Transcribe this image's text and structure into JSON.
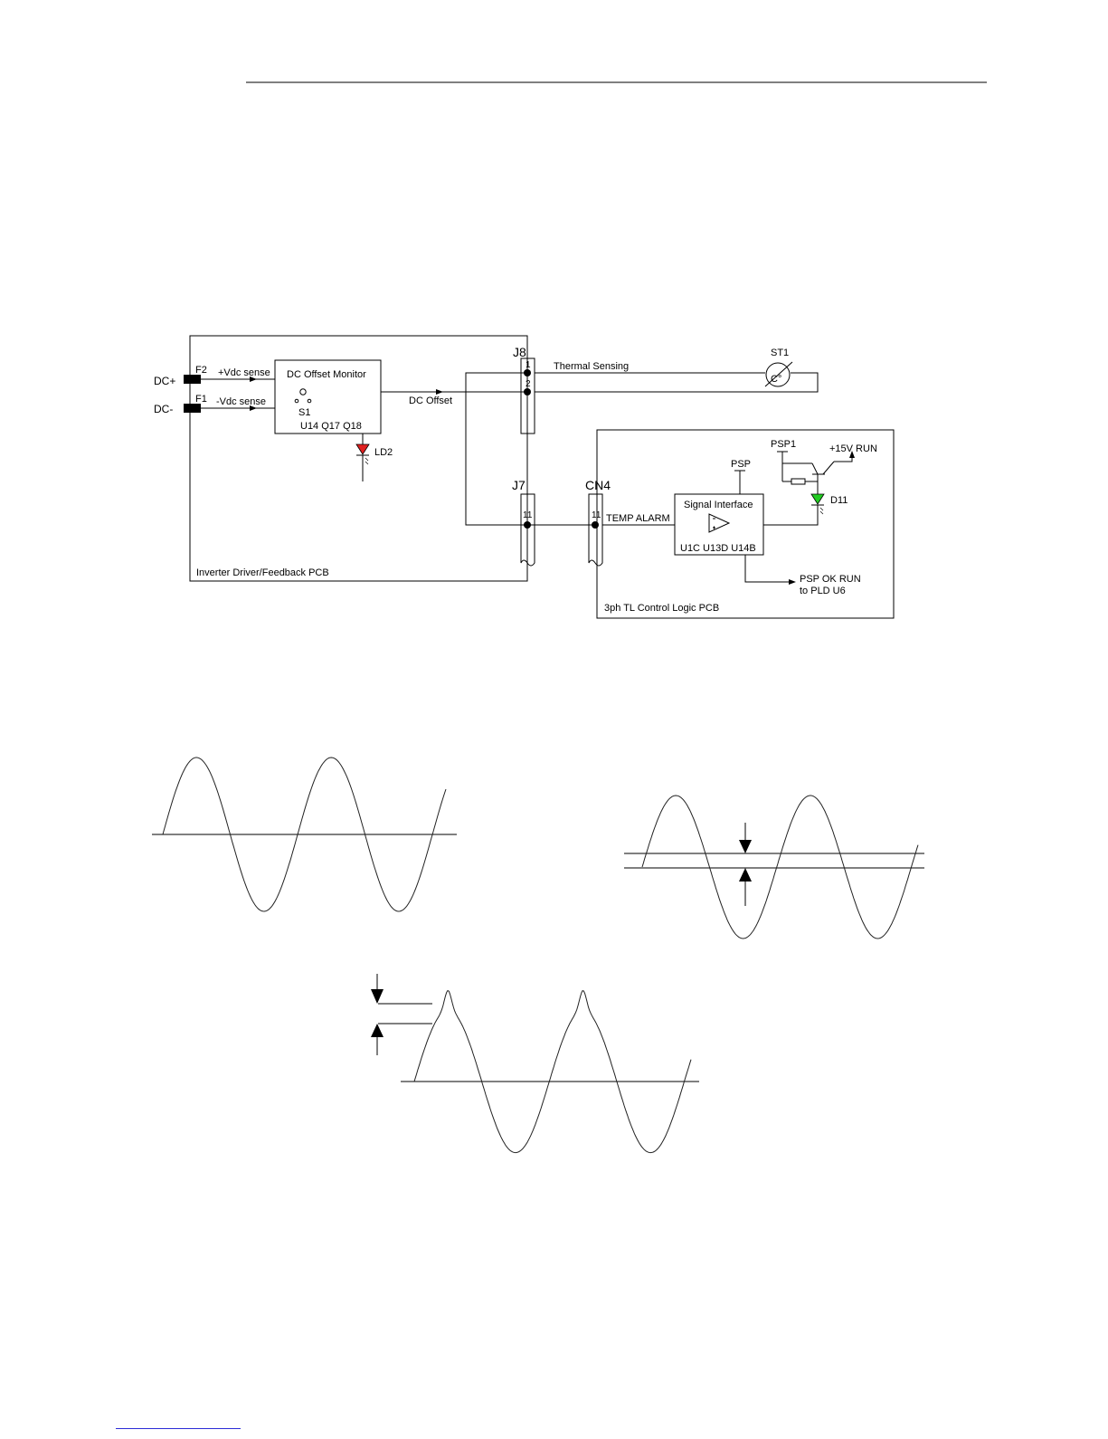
{
  "schematic": {
    "inverter_pcb": {
      "label": "Inverter Driver/Feedback PCB",
      "dc_plus": "DC+",
      "dc_minus": "DC-",
      "f2": "F2",
      "f1": "F1",
      "vdc_plus_sense": "+Vdc sense",
      "vdc_minus_sense": "-Vdc sense",
      "dc_offset_monitor": {
        "title": "DC Offset Monitor",
        "switch": "S1",
        "parts": "U14 Q17 Q18"
      },
      "led": {
        "name": "LD2",
        "color": "#e02020"
      },
      "dc_offset_signal": "DC Offset",
      "j8": {
        "name": "J8",
        "pin1": "1",
        "pin2": "2"
      },
      "j7": {
        "name": "J7",
        "pin": "11"
      }
    },
    "thermal_sensing": "Thermal Sensing",
    "st1": {
      "name": "ST1",
      "symbol": "C°"
    },
    "control_pcb": {
      "label": "3ph TL Control Logic PCB",
      "cn4": {
        "name": "CN4",
        "pin": "11"
      },
      "temp_alarm": "TEMP ALARM",
      "psp": "PSP",
      "psp1": "PSP1",
      "v15_run": "+15V RUN",
      "led": {
        "name": "D11",
        "color": "#22cc22"
      },
      "signal_interface": {
        "title": "Signal Interface",
        "parts": "U1C U13D U14B"
      },
      "output_line1": "PSP OK RUN",
      "output_line2": "to PLD U6"
    }
  }
}
